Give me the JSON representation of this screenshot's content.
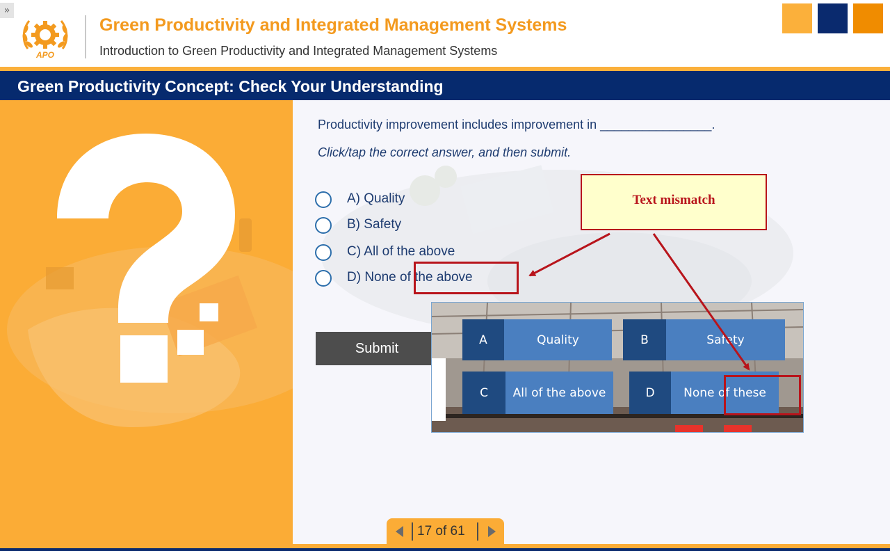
{
  "header": {
    "menu_toggle": "»",
    "logo_text": "APO",
    "course_title": "Green Productivity and Integrated Management Systems",
    "course_subtitle": "Introduction to Green Productivity and Integrated Management Systems",
    "accent_squares": [
      "#fbb03b",
      "#0a2a6e",
      "#f08c00"
    ]
  },
  "slide": {
    "title": "Green Productivity Concept: Check Your Understanding"
  },
  "left_panel": {
    "graphic": "question-mark-icon"
  },
  "quiz": {
    "question": "Productivity improvement includes improvement in ________________.",
    "instruction": "Click/tap the correct answer, and then submit.",
    "options": [
      {
        "label": "A) Quality"
      },
      {
        "label": "B) Safety"
      },
      {
        "label": "C) All of the above"
      },
      {
        "label": "D)  None of the above"
      }
    ],
    "submit_label": "Submit"
  },
  "inset_image": {
    "tiles": [
      {
        "letter": "A",
        "text": "Quality"
      },
      {
        "letter": "B",
        "text": "Safety"
      },
      {
        "letter": "C",
        "text": "All of the above"
      },
      {
        "letter": "D",
        "text": "None of these"
      }
    ]
  },
  "annotation": {
    "callout_text": "Text mismatch",
    "color": "#b8141b"
  },
  "navigation": {
    "page_indicator": "17 of 61",
    "prev_icon": "triangle-left-icon",
    "next_icon": "triangle-right-icon"
  },
  "colors": {
    "brand_orange": "#fbac36",
    "brand_navy": "#062a6e",
    "text_navy": "#1d3b70"
  }
}
